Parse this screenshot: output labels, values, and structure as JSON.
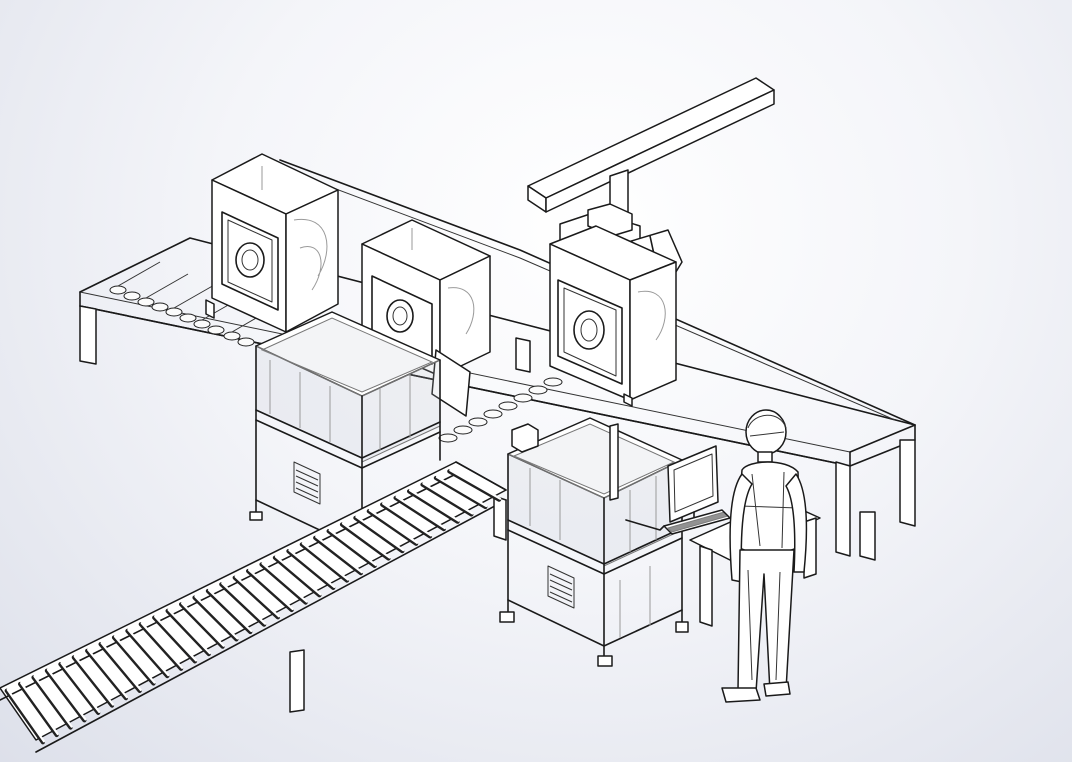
{
  "view": {
    "background_top": "#ffffff",
    "background_bottom": "#dde0ea",
    "line_color": "#1a1a1a",
    "ghost_line_color": "#9a9a9a"
  },
  "scene": {
    "objects": [
      "long-roller-conveyor",
      "rear-elevated-conveyor",
      "overhead-gantry",
      "washer-unit-left",
      "washer-unit-middle",
      "washer-unit-suspended",
      "test-station-cabinet-rear",
      "test-station-cabinet-front",
      "operator-monitor",
      "operator-figure"
    ]
  }
}
